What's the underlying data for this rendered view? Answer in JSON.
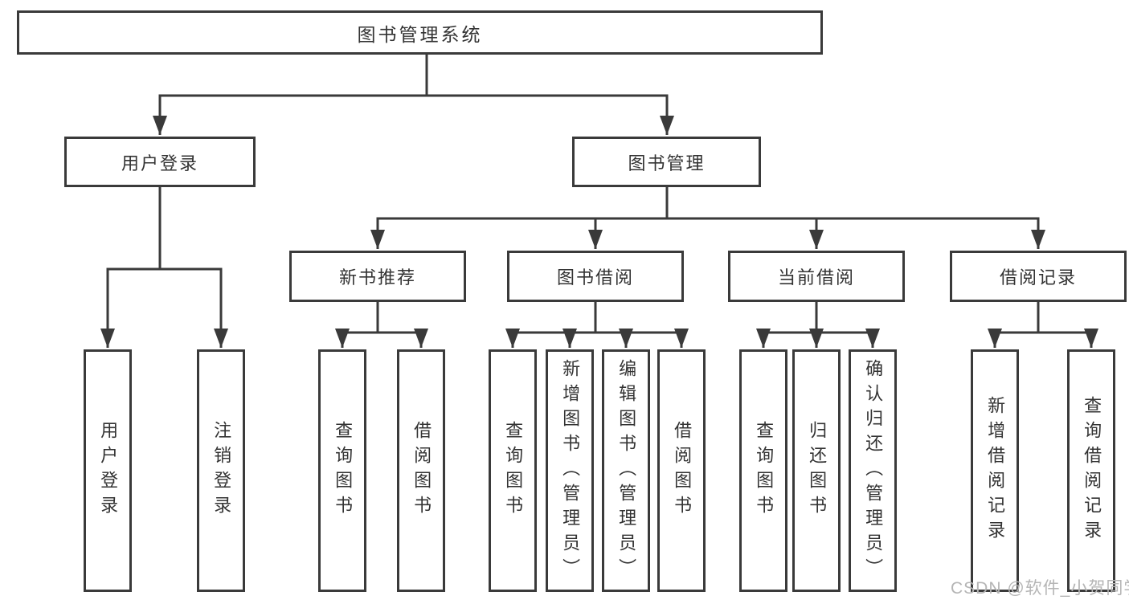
{
  "tree": {
    "label": "图书管理系统",
    "children": [
      {
        "label": "用户登录",
        "children": [
          {
            "label": "用户登录"
          },
          {
            "label": "注销登录"
          }
        ]
      },
      {
        "label": "图书管理",
        "children": [
          {
            "label": "新书推荐",
            "children": [
              {
                "label": "查询图书"
              },
              {
                "label": "借阅图书"
              }
            ]
          },
          {
            "label": "图书借阅",
            "children": [
              {
                "label": "查询图书"
              },
              {
                "label": "新增图书（管理员）"
              },
              {
                "label": "编辑图书（管理员）"
              },
              {
                "label": "借阅图书"
              }
            ]
          },
          {
            "label": "当前借阅",
            "children": [
              {
                "label": "查询图书"
              },
              {
                "label": "归还图书"
              },
              {
                "label": "确认归还（管理员）"
              }
            ]
          },
          {
            "label": "借阅记录",
            "children": [
              {
                "label": "新增借阅记录"
              },
              {
                "label": "查询借阅记录"
              }
            ]
          }
        ]
      }
    ]
  },
  "watermark": {
    "text": "CSDN @软件_小贺同学",
    "color": "#b5b5b5"
  },
  "colors": {
    "line": "#3a3a3a",
    "text": "#333333",
    "box_fill": "#ffffff"
  }
}
